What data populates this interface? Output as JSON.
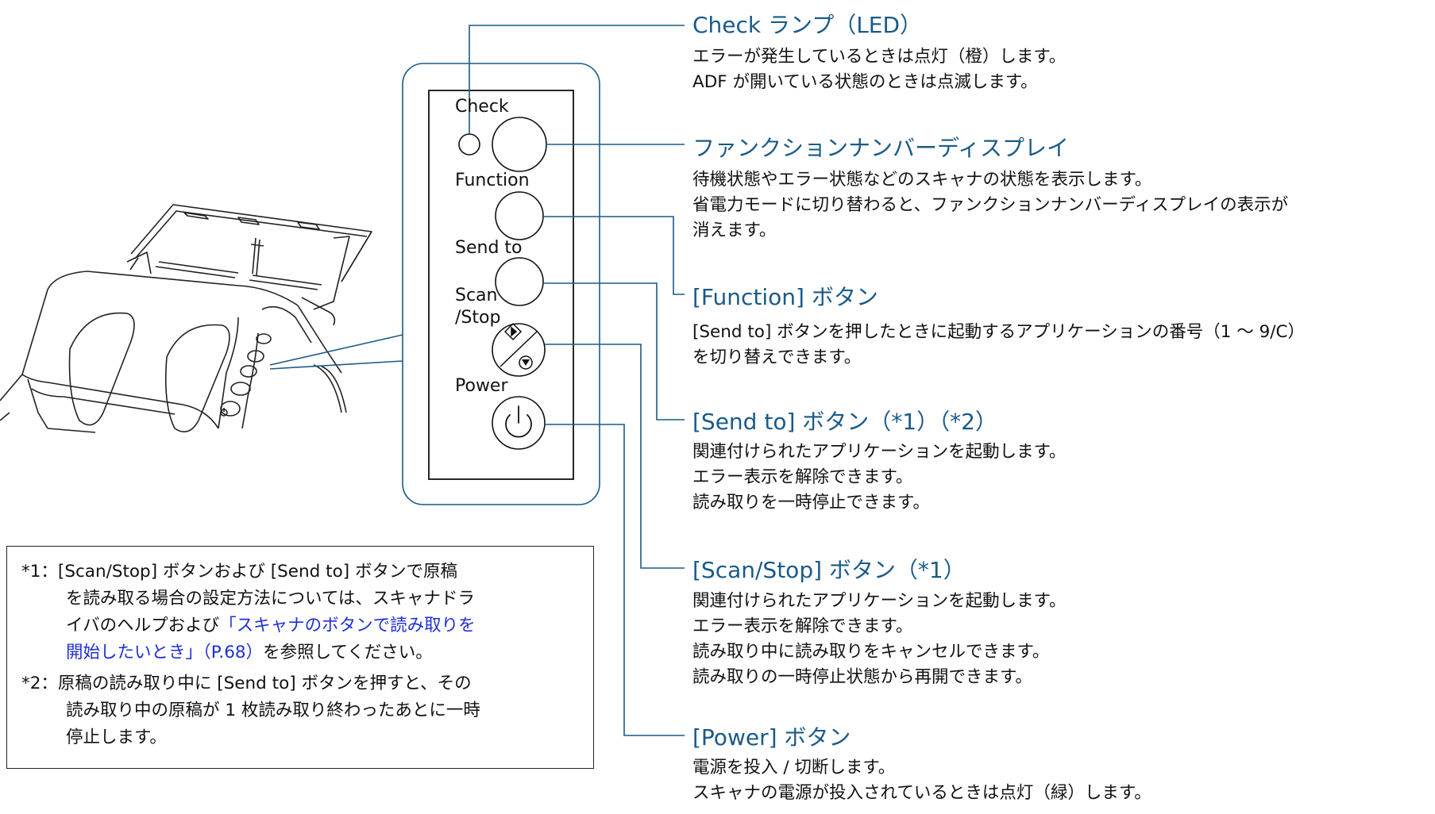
{
  "panel": {
    "labels": {
      "check": "Check",
      "function": "Function",
      "send_to": "Send to",
      "scan_1": "Scan",
      "scan_2": "/Stop",
      "power": "Power"
    }
  },
  "callouts": [
    {
      "heading": "Check ランプ（LED）",
      "lines": [
        "エラーが発生しているときは点灯（橙）します。",
        "ADF が開いている状態のときは点滅します。"
      ]
    },
    {
      "heading": "ファンクションナンバーディスプレイ",
      "lines": [
        "待機状態やエラー状態などのスキャナの状態を表示します。",
        "省電力モードに切り替わると、ファンクションナンバーディスプレイの表示が",
        "消えます。"
      ]
    },
    {
      "heading": "[Function] ボタン",
      "lines": [
        "[Send to] ボタンを押したときに起動するアプリケーションの番号（1 ～ 9/C）",
        "を切り替えできます。"
      ]
    },
    {
      "heading": "[Send to] ボタン（*1）（*2）",
      "lines": [
        "関連付けられたアプリケーションを起動します。",
        "エラー表示を解除できます。",
        "読み取りを一時停止できます。"
      ]
    },
    {
      "heading": "[Scan/Stop] ボタン（*1）",
      "lines": [
        "関連付けられたアプリケーションを起動します。",
        "エラー表示を解除できます。",
        "読み取り中に読み取りをキャンセルできます。",
        "読み取りの一時停止状態から再開できます。"
      ]
    },
    {
      "heading": "[Power] ボタン",
      "lines": [
        "電源を投入 / 切断します。",
        "スキャナの電源が投入されているときは点灯（緑）します。"
      ]
    }
  ],
  "notes": {
    "n1_line1": "*1：[Scan/Stop] ボタンおよび [Send to] ボタンで原稿",
    "n1_line2": "を読み取る場合の設定方法については、スキャナドラ",
    "n1_line3a": "イバのヘルプおよび",
    "n1_link1": "「スキャナのボタンで読み取りを",
    "n1_link2": "開始したいとき」（P.68）",
    "n1_line4b": "を参照してください。",
    "n2_line1": "*2：原稿の読み取り中に [Send to] ボタンを押すと、その",
    "n2_line2": "読み取り中の原稿が 1 枚読み取り終わったあとに一時",
    "n2_line3": "停止します。"
  },
  "colors": {
    "leader": "#1a5a88",
    "heading": "#1a5a88",
    "link": "#1f2fd6"
  },
  "icons": {
    "scan": "scan-stop-icon",
    "power": "power-icon"
  }
}
